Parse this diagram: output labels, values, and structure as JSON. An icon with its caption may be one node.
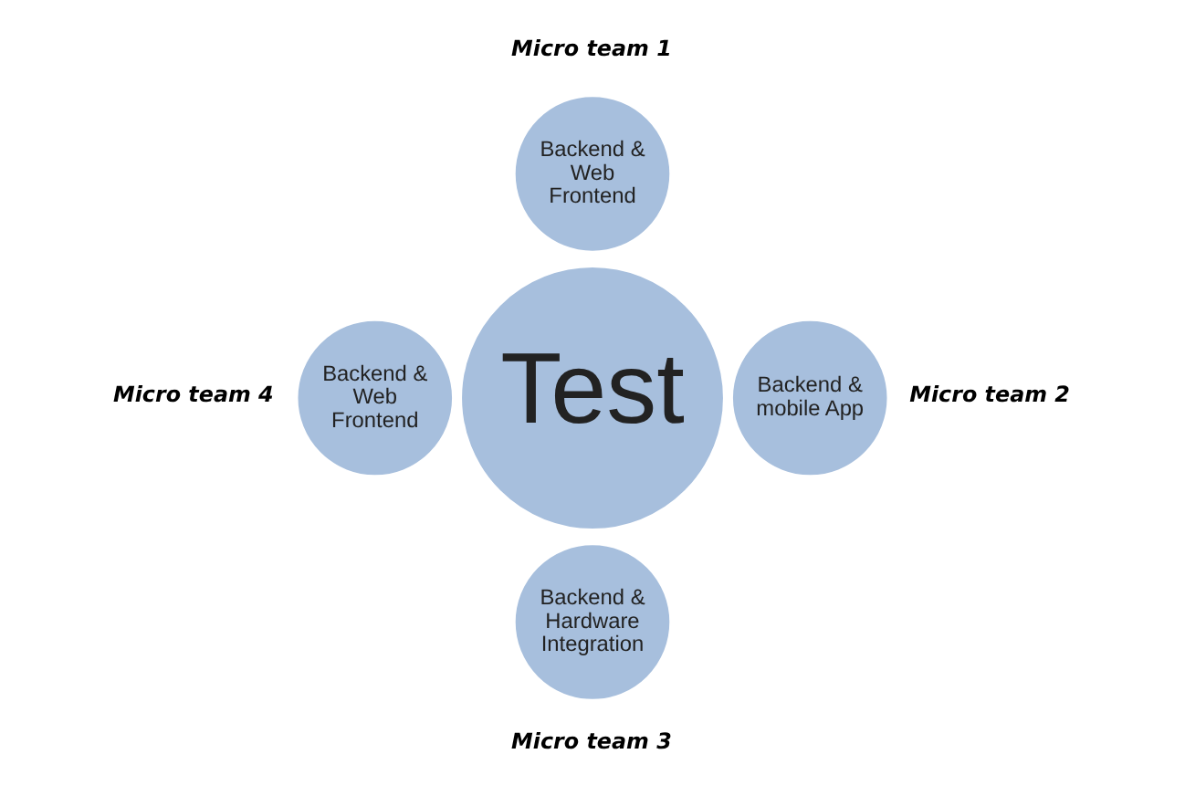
{
  "diagram": {
    "nodes": [
      {
        "text": [
          "Backend & Web Frontend"
        ],
        "beside": [
          "Micro team 1"
        ]
      },
      {
        "text": [
          "Backend & Web Frontend"
        ],
        "beside": [
          "Micro team 4"
        ]
      },
      {
        "text": [
          "Test"
        ]
      },
      {
        "text": [
          "Backend & mobile App"
        ],
        "beside": [
          "Micro team 2"
        ]
      },
      {
        "text": [
          "Backend & Hardware Integration"
        ],
        "beside": [
          "Micro team 3"
        ]
      }
    ],
    "edges": []
  }
}
